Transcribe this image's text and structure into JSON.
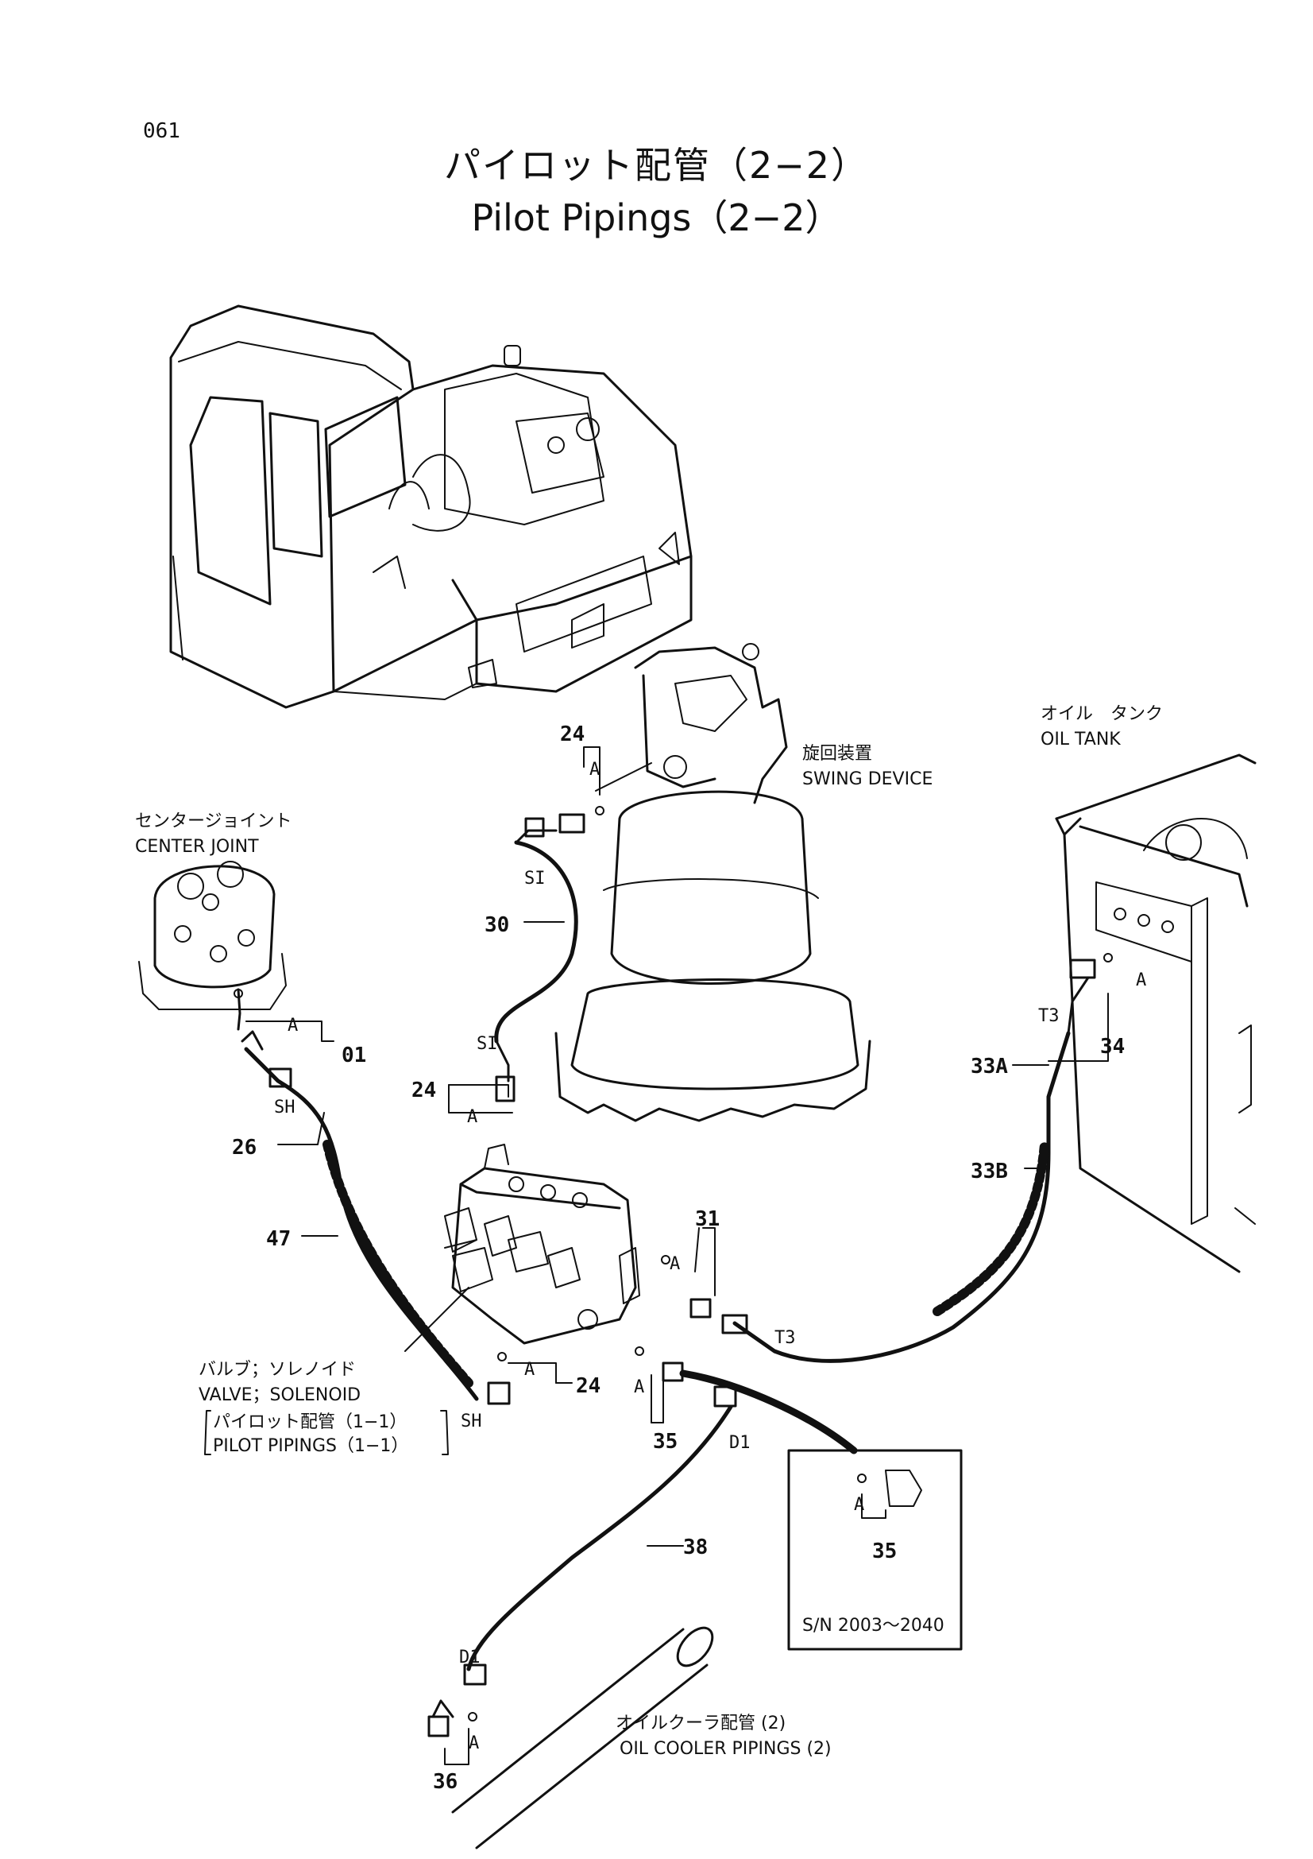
{
  "page_number": "061",
  "title_ja": "パイロット配管（2−2）",
  "title_en": "Pilot Pipings（2−2）",
  "components": {
    "swing_device": {
      "ja": "旋回装置",
      "en": "SWING   DEVICE"
    },
    "oil_tank": {
      "ja": "オイル　タンク",
      "en": "OIL   TANK"
    },
    "center_joint": {
      "ja": "センタージョイント",
      "en": "CENTER   JOINT"
    },
    "valve_solenoid": {
      "ja": "バルブ；ソレノイド",
      "en": "VALVE；SOLENOID"
    },
    "pilot_ref": {
      "ja": "パイロット配管（1−1）",
      "en": "PILOT   PIPINGS（1−1）"
    },
    "oil_cooler": {
      "ja": "オイルクーラ配管 (2)",
      "en": "OIL COOLER  PIPINGS (2)"
    }
  },
  "serial_note": "S/N  2003～2040",
  "part_numbers": {
    "p24a": "24",
    "p24b": "24",
    "p24c": "24",
    "p30": "30",
    "p01": "01",
    "p26": "26",
    "p47": "47",
    "p31": "31",
    "p33a": "33A",
    "p33b": "33B",
    "p34": "34",
    "p35a": "35",
    "p35b": "35",
    "p38": "38",
    "p36": "36"
  },
  "connection_marks": {
    "A": "A",
    "SI": "SI",
    "SH": "SH",
    "T3": "T3",
    "D1": "D1"
  }
}
